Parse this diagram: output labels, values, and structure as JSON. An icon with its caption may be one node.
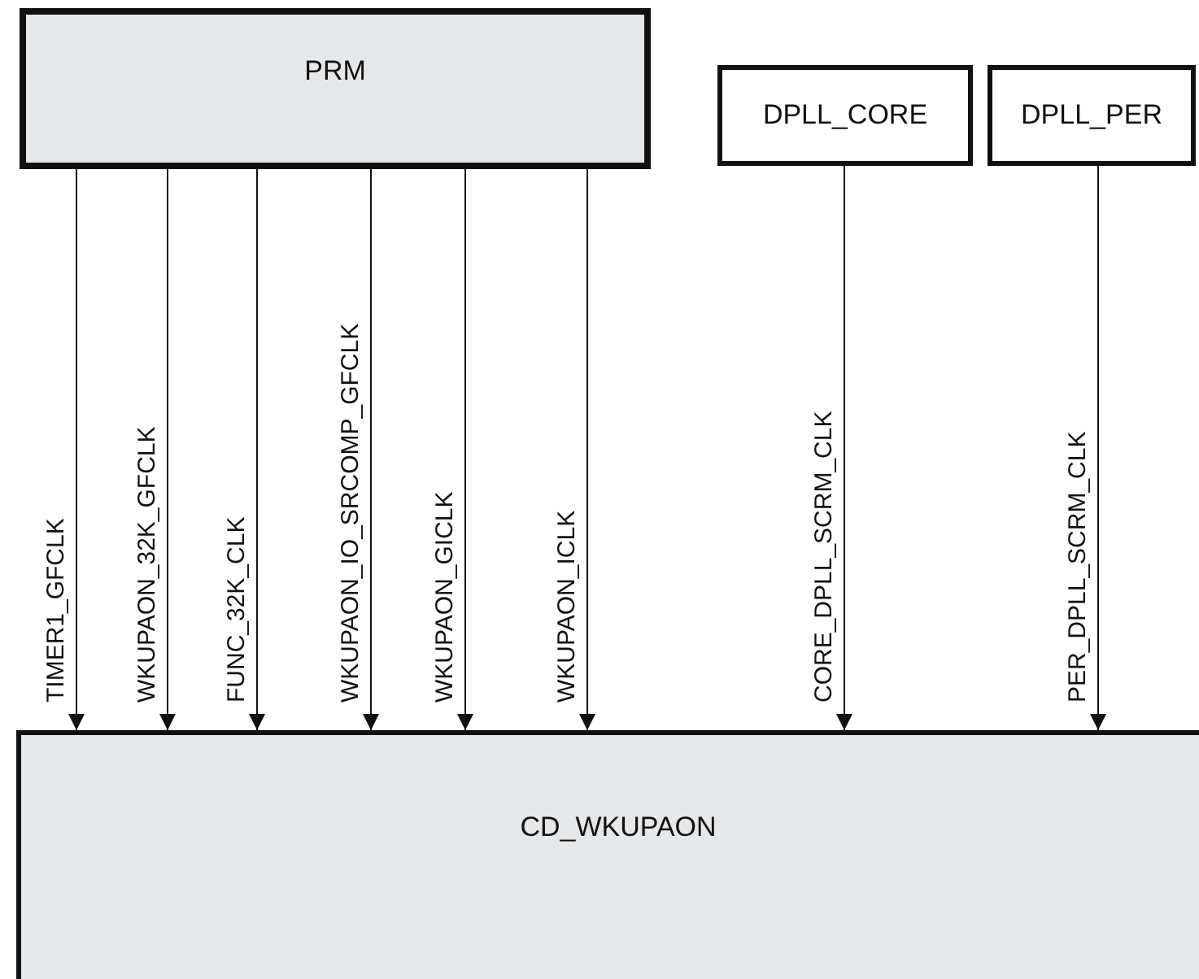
{
  "diagram": {
    "nodes": [
      {
        "text": [
          "PRM"
        ]
      },
      {
        "text": [
          "DPLL_CORE"
        ]
      },
      {
        "text": [
          "DPLL_PER"
        ]
      },
      {
        "text": [
          "CD_WKUPAON"
        ]
      }
    ],
    "edges": [
      {
        "from": 0,
        "to": 3,
        "arrow": "to",
        "label": "TIMER1_GFCLK"
      },
      {
        "from": 0,
        "to": 3,
        "arrow": "to",
        "label": "WKUPAON_32K_GFCLK"
      },
      {
        "from": 0,
        "to": 3,
        "arrow": "to",
        "label": "FUNC_32K_CLK"
      },
      {
        "from": 0,
        "to": 3,
        "arrow": "to",
        "label": "WKUPAON_IO_SRCOMP_GFCLK"
      },
      {
        "from": 0,
        "to": 3,
        "arrow": "to",
        "label": "WKUPAON_GICLK"
      },
      {
        "from": 0,
        "to": 3,
        "arrow": "to",
        "label": "WKUPAON_ICLK"
      },
      {
        "from": 1,
        "to": 3,
        "arrow": "to",
        "label": "CORE_DPLL_SCRM_CLK"
      },
      {
        "from": 2,
        "to": 3,
        "arrow": "to",
        "label": "PER_DPLL_SCRM_CLK"
      }
    ]
  }
}
